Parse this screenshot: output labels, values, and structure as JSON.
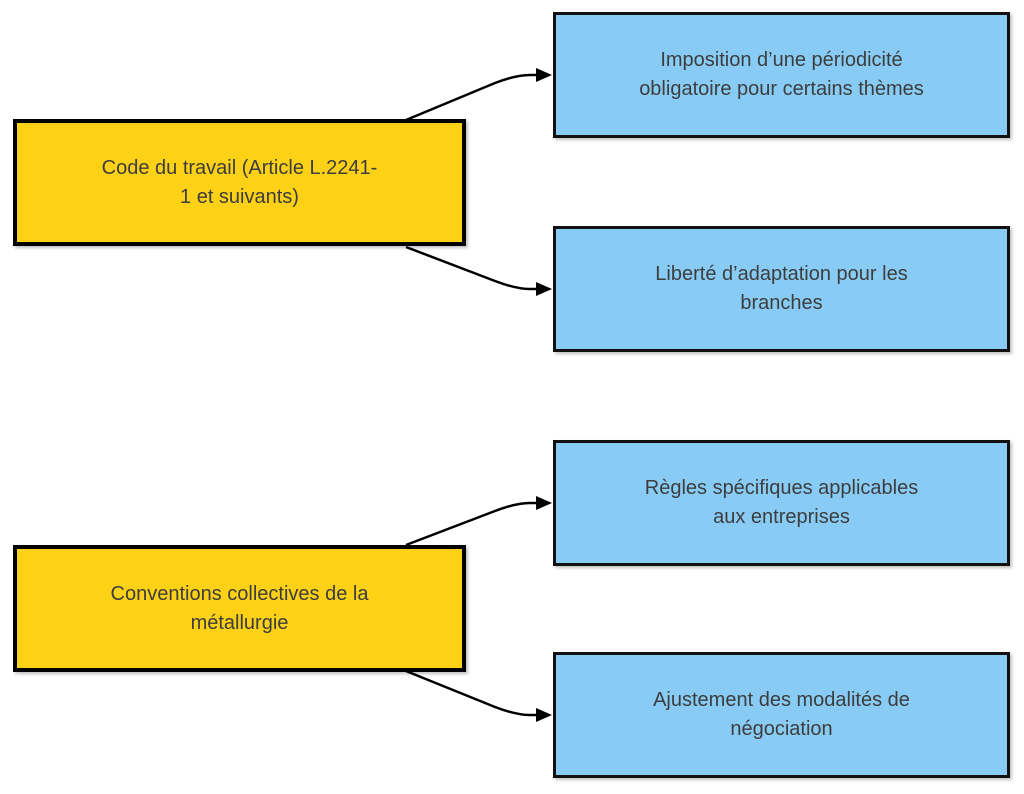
{
  "diagram": {
    "colors": {
      "background": "#ffffff",
      "source_fill": "#FCD116",
      "target_fill": "#88CCF5",
      "node_border": "#000000",
      "text": "#3d3d3d",
      "arrow": "#000000"
    },
    "groups": [
      {
        "source": {
          "label": "Code du travail (Article L.2241-1 et suivants)"
        },
        "targets": [
          {
            "label": "Imposition d’une périodicité obligatoire pour certains thèmes"
          },
          {
            "label": "Liberté d’adaptation pour les branches"
          }
        ]
      },
      {
        "source": {
          "label": "Conventions collectives de la métallurgie"
        },
        "targets": [
          {
            "label": "Règles spécifiques applicables aux entreprises"
          },
          {
            "label": "Ajustement des modalités de négociation"
          }
        ]
      }
    ]
  }
}
